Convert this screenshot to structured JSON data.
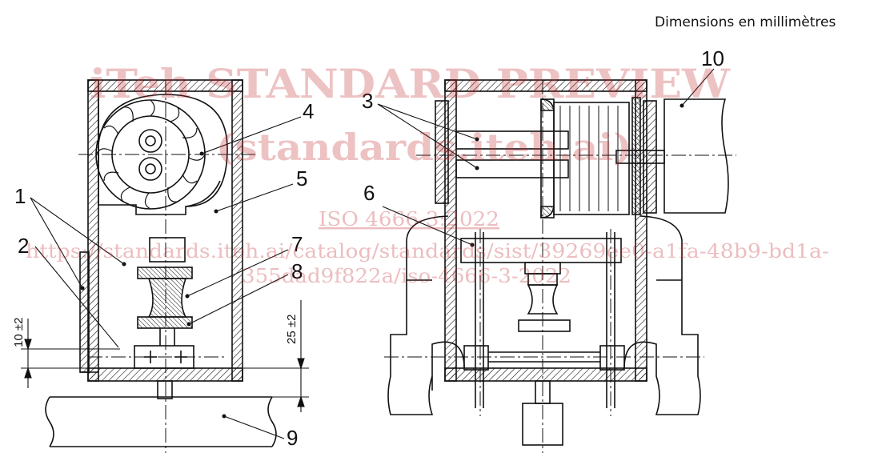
{
  "header": {
    "dimensions_note": "Dimensions en millimètres"
  },
  "labels": [
    "1",
    "2",
    "3",
    "4",
    "5",
    "6",
    "7",
    "8",
    "9",
    "10"
  ],
  "dimensions": {
    "left_offset": "10 ±2",
    "right_offset": "25 ±2"
  },
  "watermark": {
    "line1": "iTeh STANDARD PREVIEW",
    "line2": "(standards.iteh.ai)",
    "standard": "ISO 4666-3:2022",
    "url_line1": "https://standards.iteh.ai/catalog/standards/sist/39269ee0-a1fa-48b9-bd1a-",
    "url_line2": "355dad9f822a/iso-4666-3-2022"
  },
  "colors": {
    "line": "#111111",
    "watermark": "#c1272d"
  }
}
